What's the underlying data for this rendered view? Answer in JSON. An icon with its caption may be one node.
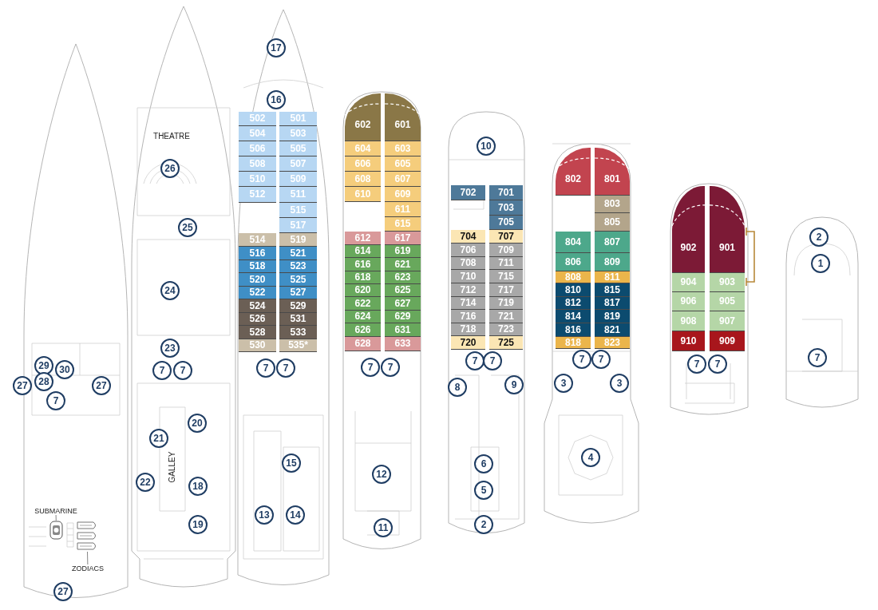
{
  "diagram": {
    "nodes": [
      {
        "text": [
          "29"
        ]
      },
      {
        "text": [
          "28"
        ]
      },
      {
        "text": [
          "30"
        ]
      },
      {
        "text": [
          "27"
        ]
      },
      {
        "text": [
          "27"
        ]
      },
      {
        "text": [
          "7"
        ]
      },
      {
        "text": [
          "SUBMARINE"
        ]
      },
      {
        "text": [],
        "shape": "picture"
      },
      {
        "text": [
          "ZODIACS"
        ]
      },
      {
        "text": [],
        "shape": "picture"
      },
      {
        "text": [
          "27"
        ]
      },
      {
        "text": [
          "26"
        ]
      },
      {
        "text": [
          "25"
        ]
      },
      {
        "text": [
          "24"
        ]
      },
      {
        "text": [
          "23"
        ]
      },
      {
        "text": [
          "7"
        ]
      },
      {
        "text": [
          "7"
        ]
      },
      {
        "text": [
          "20"
        ]
      },
      {
        "text": [
          "21"
        ]
      },
      {
        "text": [
          "22"
        ]
      },
      {
        "text": [
          "18"
        ]
      },
      {
        "text": [
          "19"
        ]
      },
      {
        "text": [
          "17"
        ]
      },
      {
        "text": [
          "16"
        ]
      },
      {
        "text": [
          "502"
        ]
      },
      {
        "text": [
          "504"
        ]
      },
      {
        "text": [
          "506"
        ]
      },
      {
        "text": [
          "508"
        ]
      },
      {
        "text": [
          "510"
        ]
      },
      {
        "text": [
          "512"
        ]
      },
      {
        "text": [
          "514"
        ]
      },
      {
        "text": [
          "516"
        ]
      },
      {
        "text": [
          "518"
        ]
      },
      {
        "text": [
          "520"
        ]
      },
      {
        "text": [
          "522"
        ]
      },
      {
        "text": [
          "524"
        ]
      },
      {
        "text": [
          "526"
        ]
      },
      {
        "text": [
          "528"
        ]
      },
      {
        "text": [
          "530"
        ]
      },
      {
        "text": [
          "501"
        ]
      },
      {
        "text": [
          "503"
        ]
      },
      {
        "text": [
          "505"
        ]
      },
      {
        "text": [
          "507"
        ]
      },
      {
        "text": [
          "509"
        ]
      },
      {
        "text": [
          "511"
        ]
      },
      {
        "text": [
          "515"
        ]
      },
      {
        "text": [
          "517"
        ]
      },
      {
        "text": [
          "519"
        ]
      },
      {
        "text": [
          "521"
        ]
      },
      {
        "text": [
          "523"
        ]
      },
      {
        "text": [
          "525"
        ]
      },
      {
        "text": [
          "527"
        ]
      },
      {
        "text": [
          "529"
        ]
      },
      {
        "text": [
          "531"
        ]
      },
      {
        "text": [
          "533"
        ]
      },
      {
        "text": [
          "535*"
        ]
      },
      {
        "text": [
          "7"
        ]
      },
      {
        "text": [
          "7"
        ]
      },
      {
        "text": [
          "15"
        ]
      },
      {
        "text": [
          "13"
        ]
      },
      {
        "text": [
          "14"
        ]
      },
      {
        "text": [
          "602"
        ]
      },
      {
        "text": [
          "604"
        ]
      },
      {
        "text": [
          "606"
        ]
      },
      {
        "text": [
          "608"
        ]
      },
      {
        "text": [
          "610"
        ]
      },
      {
        "text": [
          "612"
        ]
      },
      {
        "text": [
          "614"
        ]
      },
      {
        "text": [
          "616"
        ]
      },
      {
        "text": [
          "618"
        ]
      },
      {
        "text": [
          "620"
        ]
      },
      {
        "text": [
          "622"
        ]
      },
      {
        "text": [
          "624"
        ]
      },
      {
        "text": [
          "626"
        ]
      },
      {
        "text": [
          "628"
        ]
      },
      {
        "text": [
          "601"
        ]
      },
      {
        "text": [
          "603"
        ]
      },
      {
        "text": [
          "605"
        ]
      },
      {
        "text": [
          "607"
        ]
      },
      {
        "text": [
          "609"
        ]
      },
      {
        "text": [
          "611"
        ]
      },
      {
        "text": [
          "615"
        ]
      },
      {
        "text": [
          "617"
        ]
      },
      {
        "text": [
          "619"
        ]
      },
      {
        "text": [
          "621"
        ]
      },
      {
        "text": [
          "623"
        ]
      },
      {
        "text": [
          "625"
        ]
      },
      {
        "text": [
          "627"
        ]
      },
      {
        "text": [
          "629"
        ]
      },
      {
        "text": [
          "631"
        ]
      },
      {
        "text": [
          "633"
        ]
      },
      {
        "text": [
          "7"
        ]
      },
      {
        "text": [
          "7"
        ]
      },
      {
        "text": [
          "12"
        ]
      },
      {
        "text": [
          "11"
        ]
      },
      {
        "text": [
          "10"
        ]
      },
      {
        "text": [
          "702"
        ]
      },
      {
        "text": [
          "704"
        ]
      },
      {
        "text": [
          "706"
        ]
      },
      {
        "text": [
          "708"
        ]
      },
      {
        "text": [
          "710"
        ]
      },
      {
        "text": [
          "712"
        ]
      },
      {
        "text": [
          "714"
        ]
      },
      {
        "text": [
          "716"
        ]
      },
      {
        "text": [
          "718"
        ]
      },
      {
        "text": [
          "720"
        ]
      },
      {
        "text": [
          "701"
        ]
      },
      {
        "text": [
          "703"
        ]
      },
      {
        "text": [
          "705"
        ]
      },
      {
        "text": [
          "707"
        ]
      },
      {
        "text": [
          "709"
        ]
      },
      {
        "text": [
          "711"
        ]
      },
      {
        "text": [
          "715"
        ]
      },
      {
        "text": [
          "717"
        ]
      },
      {
        "text": [
          "719"
        ]
      },
      {
        "text": [
          "721"
        ]
      },
      {
        "text": [
          "723"
        ]
      },
      {
        "text": [
          "725"
        ]
      },
      {
        "text": [
          "7"
        ]
      },
      {
        "text": [
          "7"
        ]
      },
      {
        "text": [
          "8"
        ]
      },
      {
        "text": [
          "9"
        ]
      },
      {
        "text": [
          "6"
        ]
      },
      {
        "text": [
          "5"
        ]
      },
      {
        "text": [
          "2"
        ]
      },
      {
        "text": [
          "802"
        ]
      },
      {
        "text": [
          "804"
        ]
      },
      {
        "text": [
          "806"
        ]
      },
      {
        "text": [
          "808"
        ]
      },
      {
        "text": [
          "810"
        ]
      },
      {
        "text": [
          "812"
        ]
      },
      {
        "text": [
          "814"
        ]
      },
      {
        "text": [
          "816"
        ]
      },
      {
        "text": [
          "818"
        ]
      },
      {
        "text": [
          "801"
        ]
      },
      {
        "text": [
          "803"
        ]
      },
      {
        "text": [
          "805"
        ]
      },
      {
        "text": [
          "807"
        ]
      },
      {
        "text": [
          "809"
        ]
      },
      {
        "text": [
          "811"
        ]
      },
      {
        "text": [
          "815"
        ]
      },
      {
        "text": [
          "817"
        ]
      },
      {
        "text": [
          "819"
        ]
      },
      {
        "text": [
          "821"
        ]
      },
      {
        "text": [
          "823"
        ]
      },
      {
        "text": [
          "7"
        ]
      },
      {
        "text": [
          "7"
        ]
      },
      {
        "text": [
          "3"
        ]
      },
      {
        "text": [
          "3"
        ]
      },
      {
        "text": [
          "4"
        ]
      },
      {
        "text": [
          "902"
        ]
      },
      {
        "text": [
          "904"
        ]
      },
      {
        "text": [
          "906"
        ]
      },
      {
        "text": [
          "908"
        ]
      },
      {
        "text": [
          "910"
        ]
      },
      {
        "text": [
          "901"
        ]
      },
      {
        "text": [
          "903"
        ]
      },
      {
        "text": [
          "905"
        ]
      },
      {
        "text": [
          "907"
        ]
      },
      {
        "text": [
          "909"
        ]
      },
      {
        "text": [
          "7"
        ]
      },
      {
        "text": [
          "7"
        ]
      },
      {
        "text": [
          "2"
        ]
      },
      {
        "text": [
          "1"
        ]
      },
      {
        "text": [
          "7"
        ]
      }
    ],
    "edges": [
      {
        "from": 6,
        "to": 7,
        "arrow": "none"
      },
      {
        "from": 8,
        "to": 9,
        "arrow": "none"
      }
    ],
    "labels": [
      "THEATRE",
      "GALLEY"
    ]
  }
}
